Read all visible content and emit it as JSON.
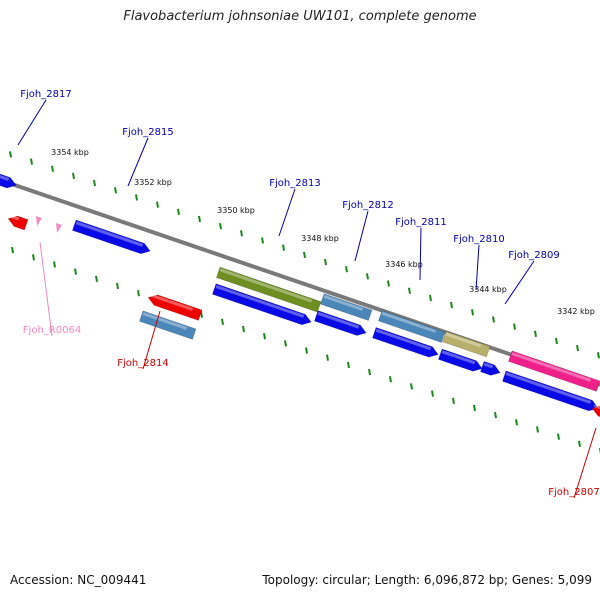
{
  "title": "Flavobacterium johnsoniae UW101, complete genome",
  "footer": {
    "accession": "Accession: NC_009441",
    "summary": "Topology: circular; Length: 6,096,872 bp; Genes: 5,099"
  },
  "colors": {
    "backbone": "#7a7a7a",
    "tick": "#1a8a1a",
    "cds_blue": "#0a0ae6",
    "cds_red": "#ee0000",
    "cds_steel": "#4a86b8",
    "cds_olive": "#6e8e22",
    "cds_khaki": "#b8b06a",
    "cds_pink": "#f0208a",
    "rna_pink": "#f08ec0",
    "label_blue": "#0000aa",
    "label_red": "#cc0000",
    "label_pink": "#f088c0"
  },
  "ruler": [
    "3354 kbp",
    "3352 kbp",
    "3350 kbp",
    "3348 kbp",
    "3346 kbp",
    "3344 kbp",
    "3342 kbp"
  ],
  "genes": [
    {
      "name": "Fjoh_2817",
      "color": "label_blue"
    },
    {
      "name": "Fjoh_2815",
      "color": "label_blue"
    },
    {
      "name": "Fjoh_2813",
      "color": "label_blue"
    },
    {
      "name": "Fjoh_2812",
      "color": "label_blue"
    },
    {
      "name": "Fjoh_2811",
      "color": "label_blue"
    },
    {
      "name": "Fjoh_2810",
      "color": "label_blue"
    },
    {
      "name": "Fjoh_2809",
      "color": "label_blue"
    },
    {
      "name": "Fjoh_R0064",
      "color": "label_pink"
    },
    {
      "name": "Fjoh_2814",
      "color": "label_red"
    },
    {
      "name": "Fjoh_2807",
      "color": "label_red"
    }
  ]
}
